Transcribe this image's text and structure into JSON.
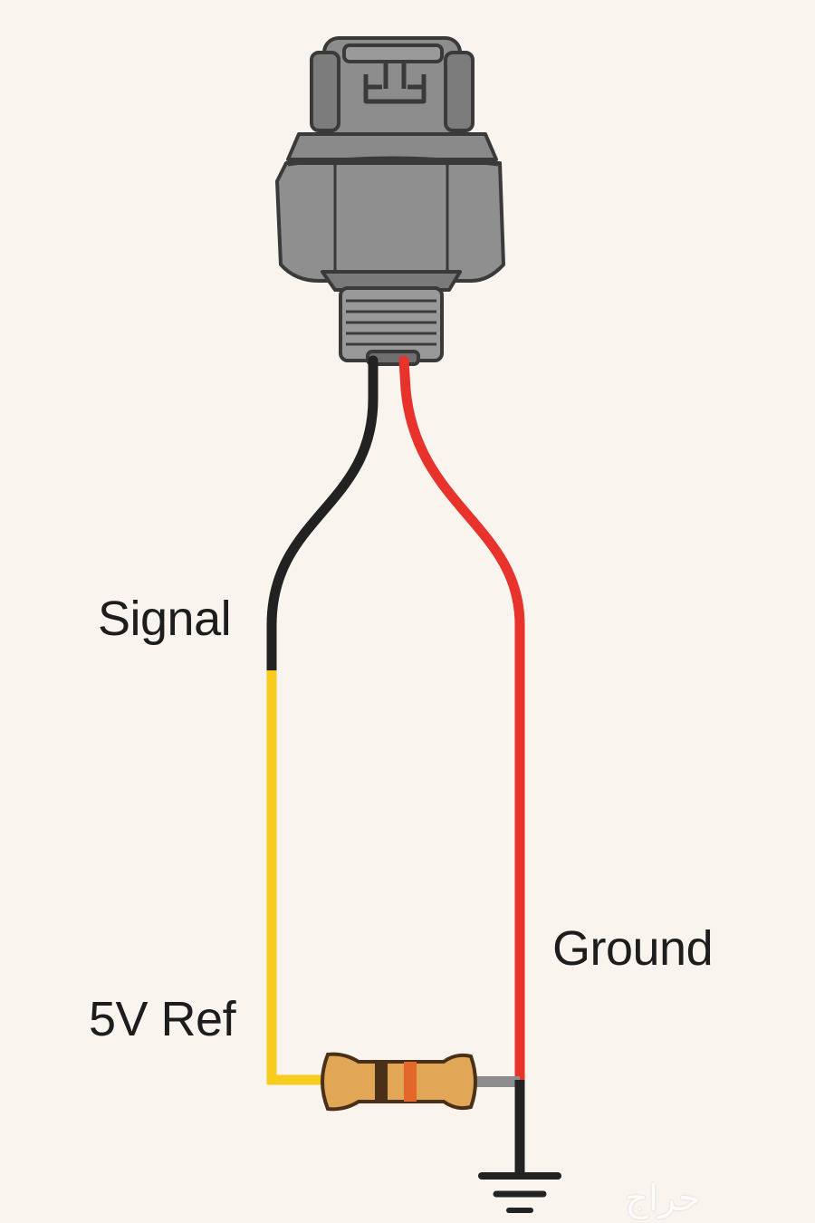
{
  "labels": {
    "signal": "Signal",
    "ground": "Ground",
    "ref": "5V Ref"
  },
  "watermark": "حراج",
  "colors": {
    "background": "#f9f5ee",
    "sensor_body": "#8e8e8e",
    "wire_black": "#222222",
    "wire_red": "#e8332c",
    "wire_yellow": "#f7cc1d",
    "resistor_body": "#e2a657",
    "band_1": "#4a3018",
    "band_2": "#e3672a"
  },
  "icons": [
    "pressure-sensor-icon",
    "resistor-icon",
    "ground-symbol-icon"
  ]
}
